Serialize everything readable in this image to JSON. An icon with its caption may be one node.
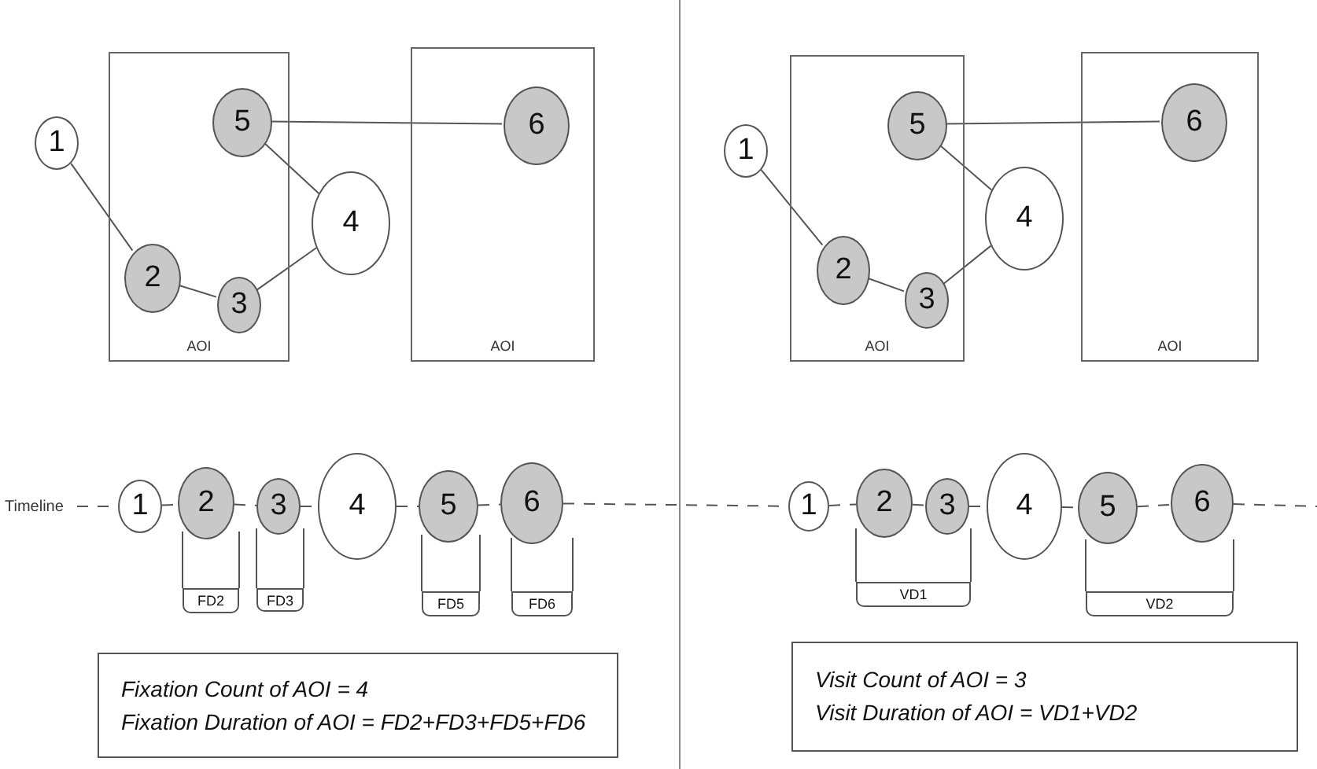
{
  "diagram": {
    "nodes": [
      {
        "text": [
          "1"
        ]
      },
      {
        "text": [
          "AOI"
        ]
      },
      {
        "text": [
          "2"
        ],
        "in": 1
      },
      {
        "text": [
          "3"
        ],
        "in": 1
      },
      {
        "text": [
          "5"
        ],
        "in": 1
      },
      {
        "text": [
          "4"
        ]
      },
      {
        "text": [
          "AOI"
        ]
      },
      {
        "text": [
          "6"
        ],
        "in": 6
      },
      {
        "text": [
          "1"
        ]
      },
      {
        "text": [
          "AOI"
        ]
      },
      {
        "text": [
          "2"
        ],
        "in": 9
      },
      {
        "text": [
          "3"
        ],
        "in": 9
      },
      {
        "text": [
          "5"
        ],
        "in": 9
      },
      {
        "text": [
          "4"
        ]
      },
      {
        "text": [
          "AOI"
        ]
      },
      {
        "text": [
          "6"
        ],
        "in": 14
      },
      {
        "text": [
          "Timeline"
        ]
      },
      {
        "text": [
          "1"
        ]
      },
      {
        "text": [
          "2"
        ]
      },
      {
        "text": [
          "3"
        ]
      },
      {
        "text": [
          "4"
        ]
      },
      {
        "text": [
          "5"
        ]
      },
      {
        "text": [
          "6"
        ]
      },
      {
        "text": [
          "FD2"
        ]
      },
      {
        "text": [
          "FD3"
        ]
      },
      {
        "text": [
          "FD5"
        ]
      },
      {
        "text": [
          "FD6"
        ]
      },
      {
        "text": [
          "Fixation Count of AOI = 4",
          "Fixation Duration of AOI = FD2+FD3+FD5+FD6"
        ]
      },
      {
        "text": [
          "1"
        ]
      },
      {
        "text": [
          "2"
        ]
      },
      {
        "text": [
          "3"
        ]
      },
      {
        "text": [
          "4"
        ]
      },
      {
        "text": [
          "5"
        ]
      },
      {
        "text": [
          "6"
        ]
      },
      {
        "text": [
          "VD1"
        ]
      },
      {
        "text": [
          "VD2"
        ]
      },
      {
        "text": [
          "Visit Count of AOI = 3",
          "Visit Duration of AOI = VD1+VD2"
        ]
      }
    ],
    "edges": [
      {
        "from": 0,
        "to": 2,
        "arrow": "none"
      },
      {
        "from": 2,
        "to": 3,
        "arrow": "none"
      },
      {
        "from": 3,
        "to": 5,
        "arrow": "none"
      },
      {
        "from": 5,
        "to": 4,
        "arrow": "none"
      },
      {
        "from": 4,
        "to": 7,
        "arrow": "none"
      },
      {
        "from": 8,
        "to": 10,
        "arrow": "none"
      },
      {
        "from": 10,
        "to": 11,
        "arrow": "none"
      },
      {
        "from": 11,
        "to": 13,
        "arrow": "none"
      },
      {
        "from": 13,
        "to": 12,
        "arrow": "none"
      },
      {
        "from": 12,
        "to": 15,
        "arrow": "none"
      },
      {
        "from": 16,
        "to": 17,
        "arrow": "none",
        "style": "dashed"
      },
      {
        "from": 17,
        "to": 18,
        "arrow": "none",
        "style": "dashed"
      },
      {
        "from": 18,
        "to": 19,
        "arrow": "none",
        "style": "dashed"
      },
      {
        "from": 19,
        "to": 20,
        "arrow": "none",
        "style": "dashed"
      },
      {
        "from": 20,
        "to": 21,
        "arrow": "none",
        "style": "dashed"
      },
      {
        "from": 21,
        "to": 22,
        "arrow": "none",
        "style": "dashed"
      },
      {
        "from": 22,
        "to": 28,
        "arrow": "none",
        "style": "dashed"
      },
      {
        "from": 28,
        "to": 29,
        "arrow": "none",
        "style": "dashed"
      },
      {
        "from": 29,
        "to": 30,
        "arrow": "none",
        "style": "dashed"
      },
      {
        "from": 30,
        "to": 31,
        "arrow": "none",
        "style": "dashed"
      },
      {
        "from": 31,
        "to": 32,
        "arrow": "none",
        "style": "dashed"
      },
      {
        "from": 32,
        "to": 33,
        "arrow": "none",
        "style": "dashed"
      },
      {
        "from": 33,
        "to": null,
        "arrow": "none",
        "style": "dashed"
      }
    ]
  }
}
